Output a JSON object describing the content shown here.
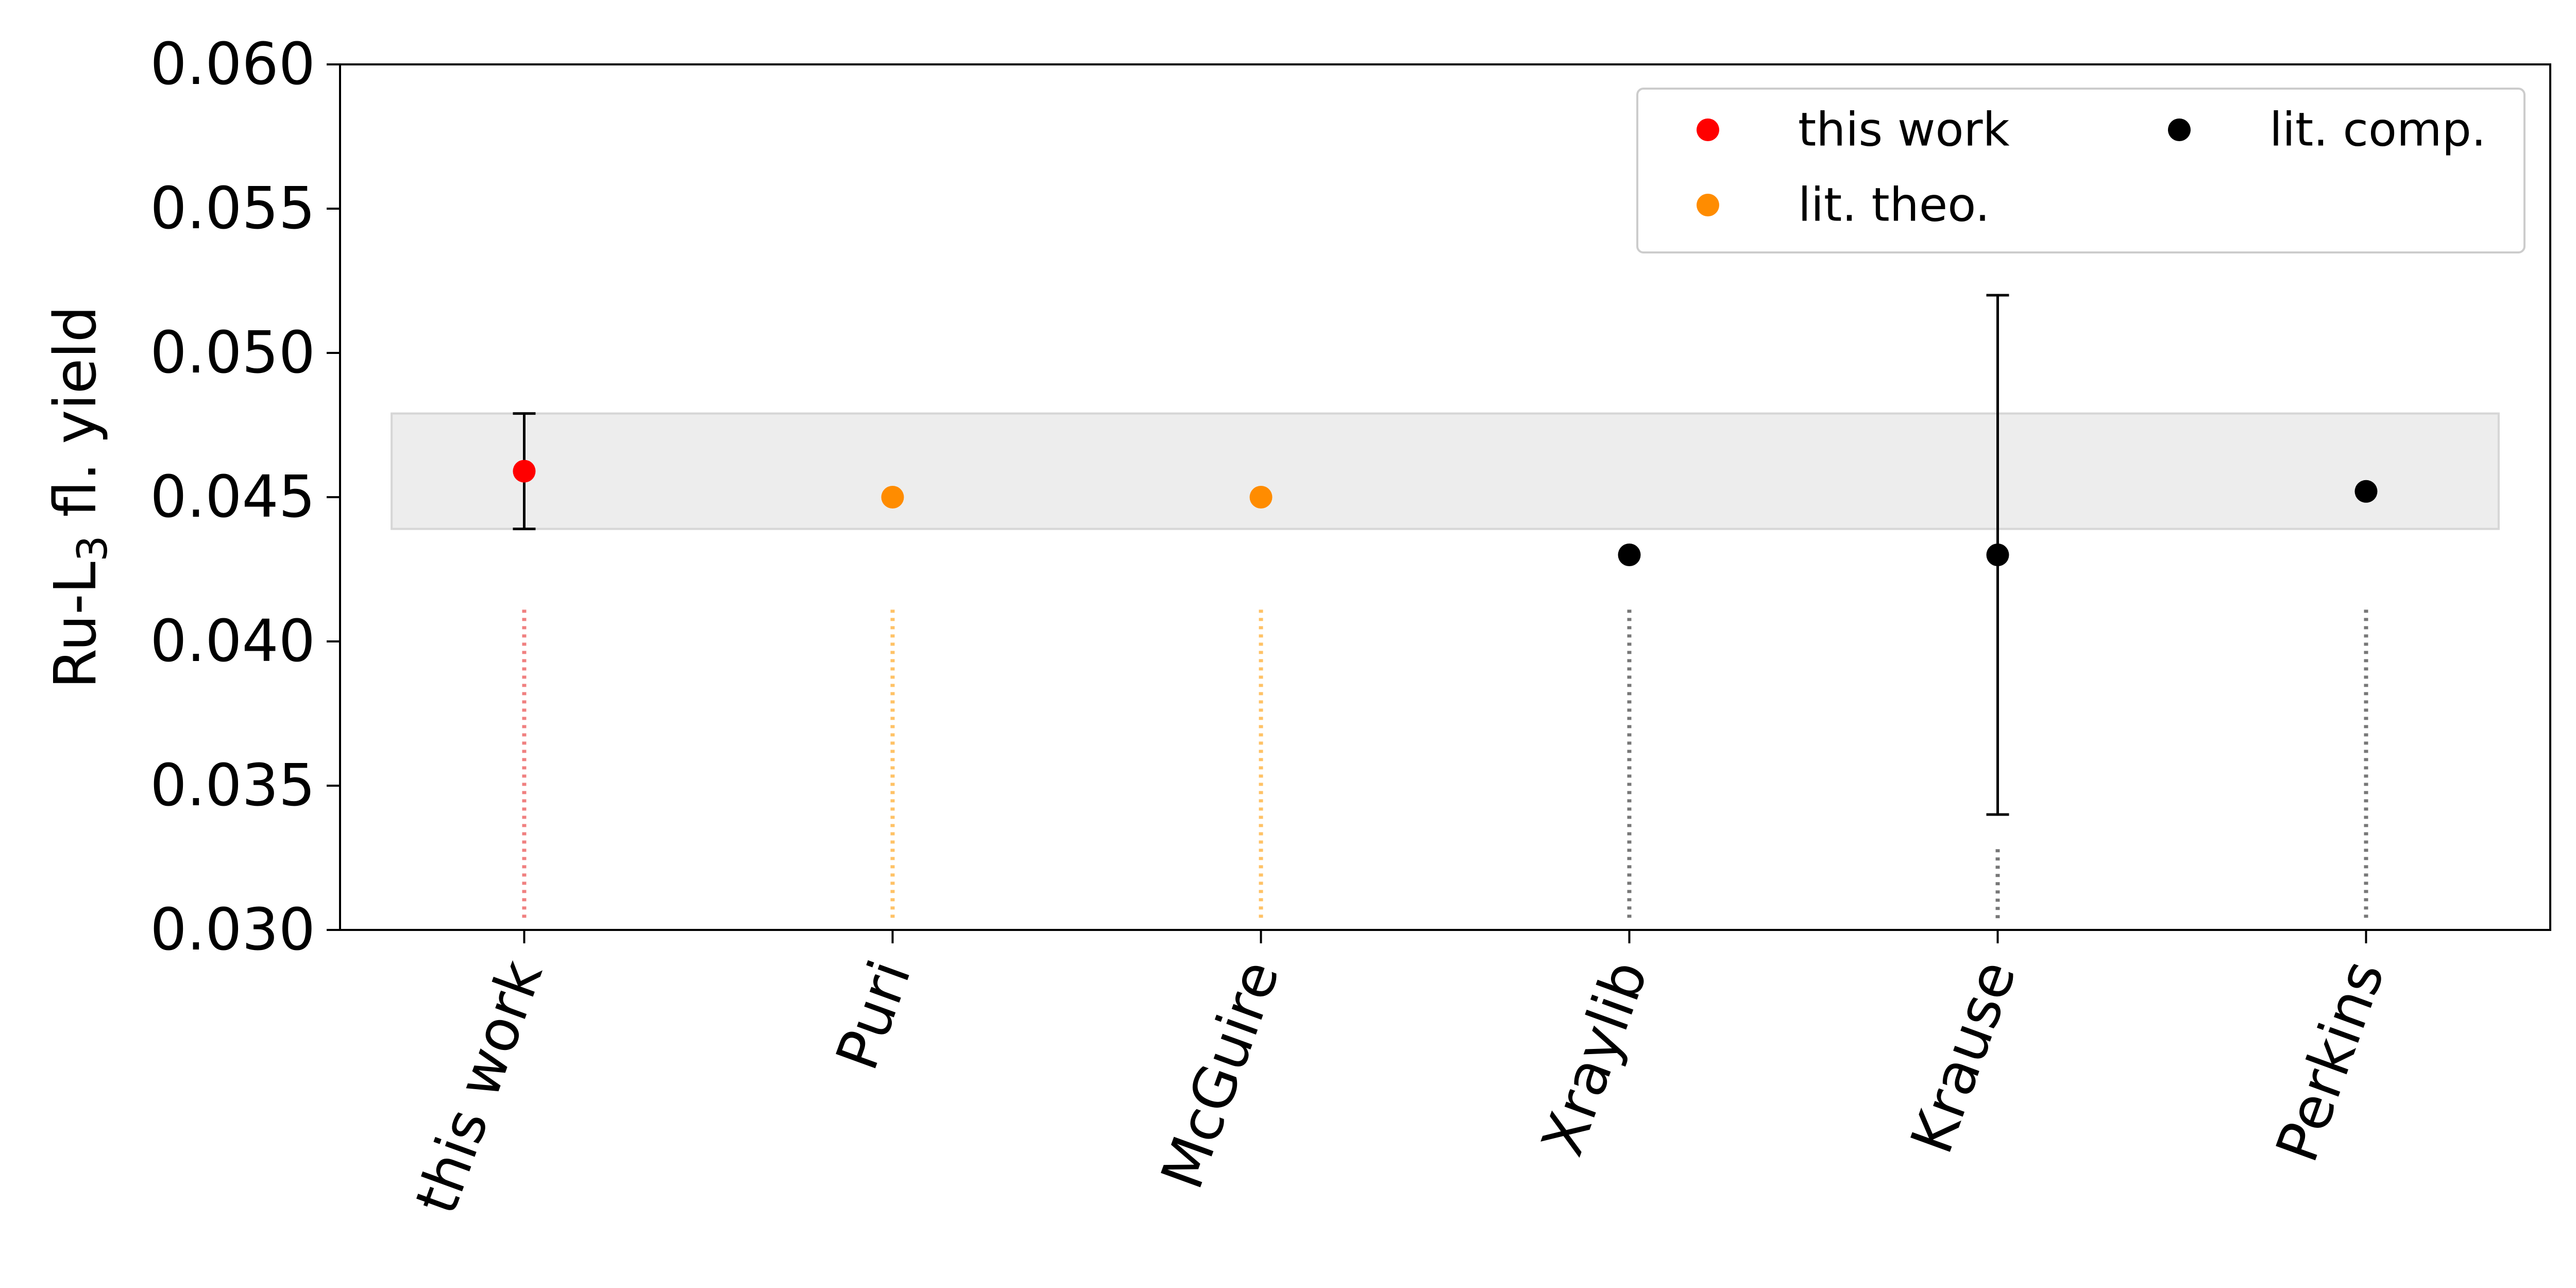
{
  "chart_data": {
    "type": "scatter",
    "title": "",
    "xlabel": "",
    "ylabel": {
      "prefix": "Ru-L",
      "subscript": "3",
      "suffix": " fl. yield"
    },
    "ylim": [
      0.03,
      0.06
    ],
    "yticks": [
      "0.030",
      "0.035",
      "0.040",
      "0.045",
      "0.050",
      "0.055",
      "0.060"
    ],
    "categories": [
      "this work",
      "Puri",
      "McGuire",
      "Xraylib",
      "Krause",
      "Perkins"
    ],
    "points": [
      {
        "category": "this work",
        "value": 0.0459,
        "error": 0.002,
        "group": "this work"
      },
      {
        "category": "Puri",
        "value": 0.045,
        "error": null,
        "group": "lit. theo."
      },
      {
        "category": "McGuire",
        "value": 0.045,
        "error": null,
        "group": "lit. theo."
      },
      {
        "category": "Xraylib",
        "value": 0.043,
        "error": null,
        "group": "lit. comp."
      },
      {
        "category": "Krause",
        "value": 0.043,
        "error": 0.009,
        "group": "lit. comp."
      },
      {
        "category": "Perkins",
        "value": 0.0452,
        "error": null,
        "group": "lit. comp."
      }
    ],
    "band": {
      "low": 0.0439,
      "high": 0.0479,
      "color": "#e3e3e3"
    },
    "legend": {
      "placement": "top-right",
      "entries": [
        {
          "label": "this work",
          "color": "#ff0000"
        },
        {
          "label": "lit. comp.",
          "color": "#000000"
        },
        {
          "label": "lit. theo.",
          "color": "#ff8c00"
        }
      ]
    },
    "colors": {
      "this work": "#ff0000",
      "lit. theo.": "#ff8c00",
      "lit. comp.": "#000000"
    },
    "guide_colors": {
      "this work": "#f08080",
      "lit. theo.": "#ffc266",
      "lit. comp.": "#777777"
    },
    "grid": false
  }
}
